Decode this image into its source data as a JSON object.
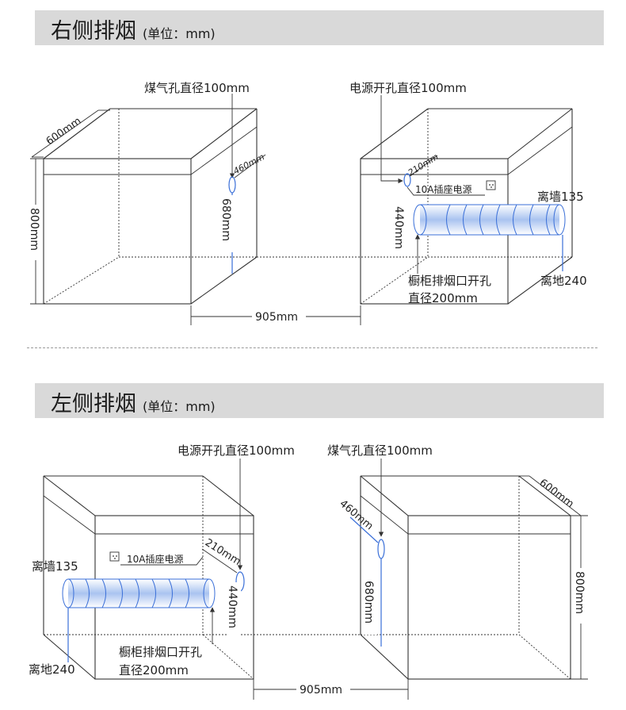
{
  "sections": {
    "right": {
      "title": "右侧排烟",
      "unit": "(单位：mm)",
      "labels": {
        "gas_hole": "煤气孔直径100mm",
        "power_hole": "电源开孔直径100mm",
        "depth": "600mm",
        "height": "800mm",
        "gas_offset": "460mm",
        "gas_height": "680mm",
        "power_offset": "210mm",
        "socket": "10A插座电源",
        "duct_height": "440mm",
        "wall_distance": "离墙135",
        "floor_distance": "离地240",
        "vent_hole_line1": "橱柜排烟口开孔",
        "vent_hole_line2": "直径200mm",
        "gap": "905mm"
      }
    },
    "left": {
      "title": "左侧排烟",
      "unit": "(单位：mm)",
      "labels": {
        "power_hole": "电源开孔直径100mm",
        "gas_hole": "煤气孔直径100mm",
        "depth": "600mm",
        "height": "800mm",
        "gas_offset": "460mm",
        "gas_height": "680mm",
        "power_offset": "210mm",
        "socket": "10A插座电源",
        "duct_height": "440mm",
        "wall_distance": "离墙135",
        "floor_distance": "离地240",
        "vent_hole_line1": "橱柜排烟口开孔",
        "vent_hole_line2": "直径200mm",
        "gap": "905mm"
      }
    }
  },
  "colors": {
    "banner": "#d9d9d9",
    "line": "#333333",
    "pipe": "#3a6fd8",
    "duct_fill": "#a9c3f0"
  }
}
